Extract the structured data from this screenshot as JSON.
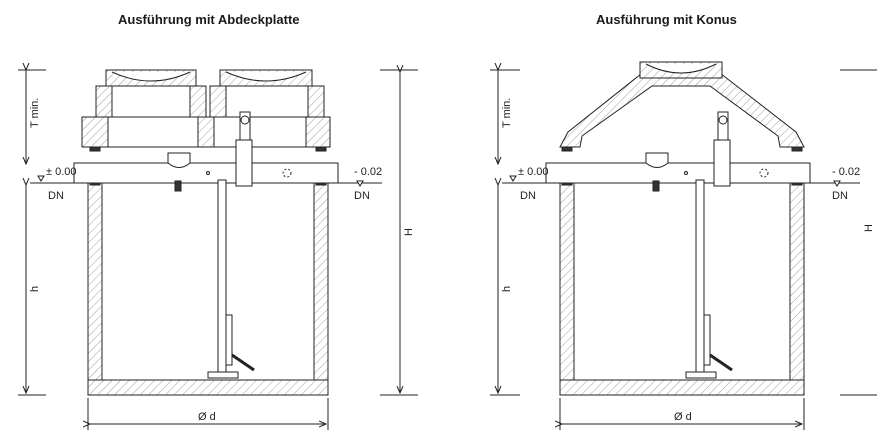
{
  "titles": {
    "left": "Ausführung mit Abdeckplatte",
    "right": "Ausführung mit Konus"
  },
  "labels": {
    "t_min": "T min.",
    "h_small": "h",
    "h_big": "H",
    "level_zero": "± 0.00",
    "level_inlet": "- 0.02",
    "dn": "DN",
    "diameter": "Ø d"
  },
  "colors": {
    "line": "#222222",
    "hatch": "#555555",
    "fill": "#ffffff"
  }
}
